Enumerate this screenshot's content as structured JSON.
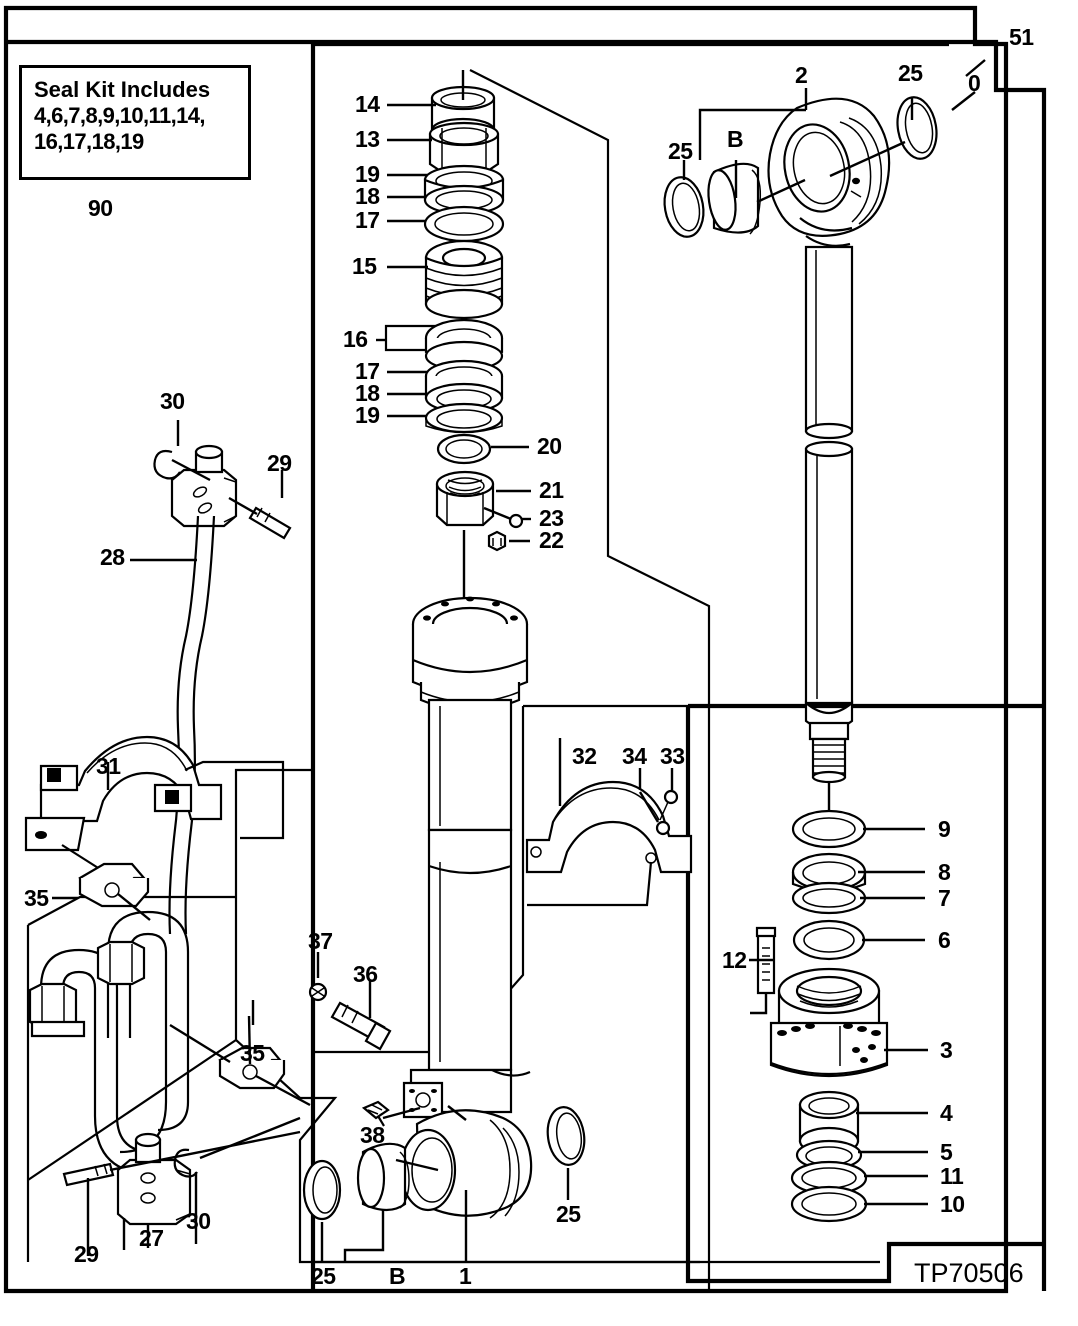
{
  "document": {
    "type": "exploded-parts-diagram",
    "drawing_number": "TP70506",
    "subject": "Hydraulic cylinder exploded view"
  },
  "seal_kit_box": {
    "title": "Seal Kit Includes",
    "line1": "4,6,7,8,9,10,11,14,",
    "line2": "16,17,18,19",
    "reference": "90"
  },
  "callouts": {
    "c51": "51",
    "c0": "0",
    "c2": "2",
    "c25_top_left": "25",
    "c25_top_right": "25",
    "cB_top": "B",
    "c14": "14",
    "c13": "13",
    "c19_upper": "19",
    "c18_upper": "18",
    "c17_upper": "17",
    "c15": "15",
    "c16": "16",
    "c17_lower": "17",
    "c18_lower": "18",
    "c19_lower": "19",
    "c20": "20",
    "c21": "21",
    "c23": "23",
    "c22": "22",
    "c30_top": "30",
    "c29_top": "29",
    "c28": "28",
    "c31": "31",
    "c35_upper": "35",
    "c32": "32",
    "c34": "34",
    "c33": "33",
    "c37": "37",
    "c36": "36",
    "c35_lower": "35",
    "c38": "38",
    "c29_bottom": "29",
    "c27": "27",
    "c30_bottom": "30",
    "c25_bottom_left": "25",
    "cB_bottom": "B",
    "c1": "1",
    "c25_bottom_mid": "25",
    "c9": "9",
    "c8": "8",
    "c7": "7",
    "c6": "6",
    "c12": "12",
    "c3": "3",
    "c4": "4",
    "c5": "5",
    "c11": "11",
    "c10": "10"
  },
  "colors": {
    "line": "#000000",
    "background": "#ffffff"
  }
}
